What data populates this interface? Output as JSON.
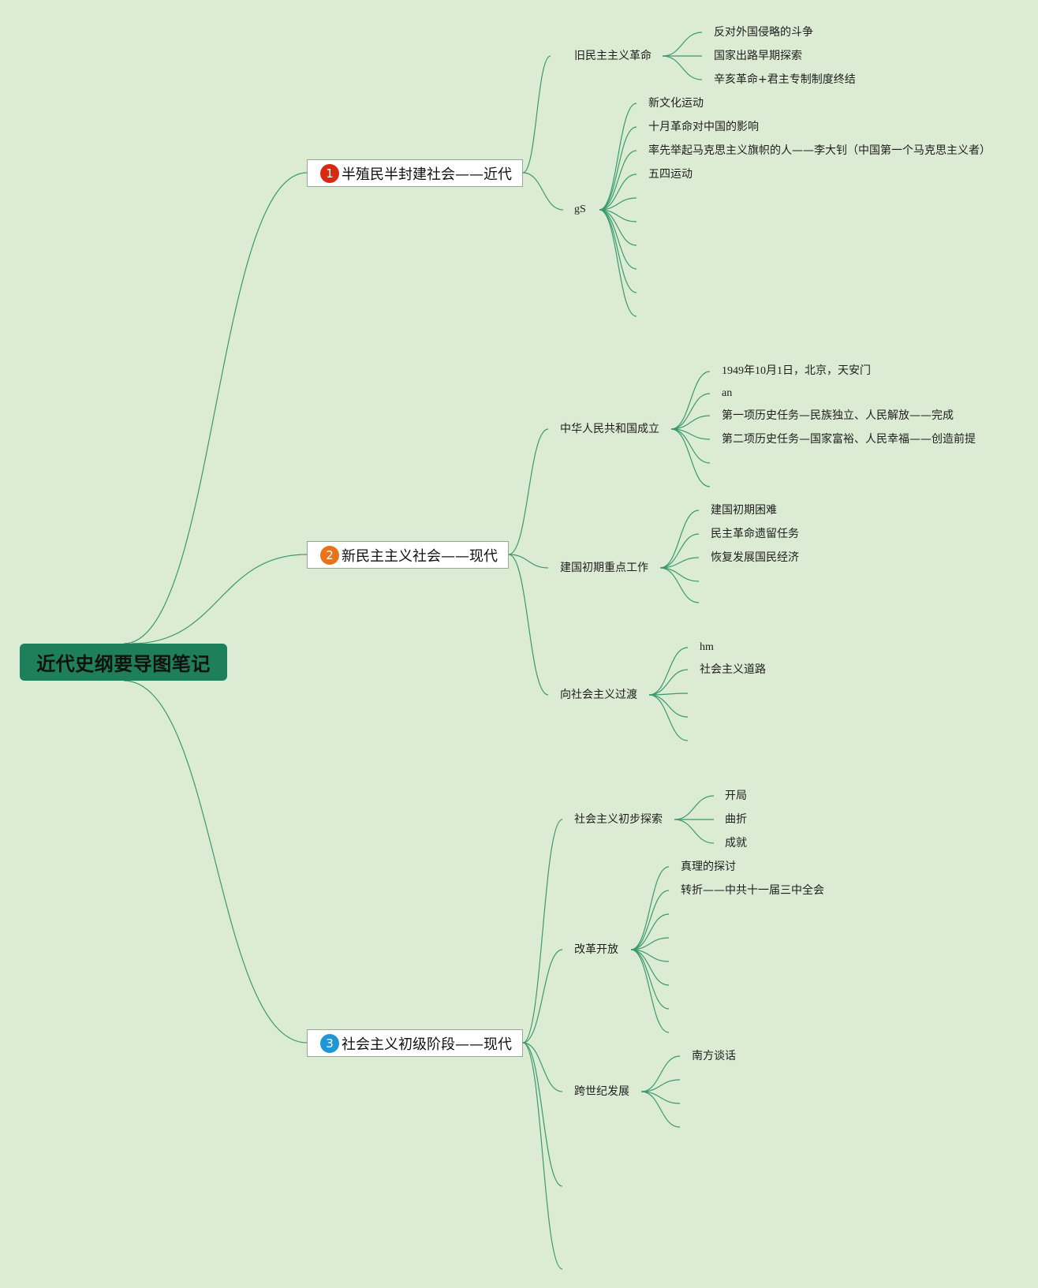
{
  "root": {
    "title": "近代史纲要导图笔记",
    "color": "#1e7f5c"
  },
  "colors": {
    "background": "#dcebd3",
    "line": "#3a9a6e"
  },
  "topics": [
    {
      "num": "1",
      "num_color": "#d62b12",
      "title": "半殖民半封建社会——近代",
      "branches": [
        {
          "label": "旧民主主义革命",
          "items": [
            "反对外国侵略的斗争",
            "国家出路早期探索",
            "辛亥革命+君主专制制度终结"
          ]
        },
        {
          "label": "gS",
          "items": [
            "新文化运动",
            "十月革命对中国的影响",
            "率先举起马克思主义旗帜的人——李大钊（中国第一个马克思主义者）",
            "五四运动"
          ]
        }
      ]
    },
    {
      "num": "2",
      "num_color": "#e8731a",
      "title": "新民主主义社会——现代",
      "branches": [
        {
          "label": "中华人民共和国成立",
          "items": [
            "1949年10月1日，北京，天安门",
            "an",
            "第一项历史任务—民族独立、人民解放——完成",
            "第二项历史任务—国家富裕、人民幸福——创造前提"
          ]
        },
        {
          "label": "建国初期重点工作",
          "items": [
            "建国初期困难",
            "民主革命遗留任务",
            "恢复发展国民经济"
          ]
        },
        {
          "label": "向社会主义过渡",
          "items": [
            "hm",
            "社会主义道路"
          ]
        }
      ]
    },
    {
      "num": "3",
      "num_color": "#1f97d4",
      "title": "社会主义初级阶段——现代",
      "branches": [
        {
          "label": "社会主义初步探索",
          "items": [
            "开局",
            "曲折",
            "成就"
          ]
        },
        {
          "label": "改革开放",
          "items": [
            "真理的探讨",
            "转折——中共十一届三中全会"
          ]
        },
        {
          "label": "跨世纪发展",
          "items": [
            "南方谈话"
          ]
        }
      ]
    }
  ]
}
